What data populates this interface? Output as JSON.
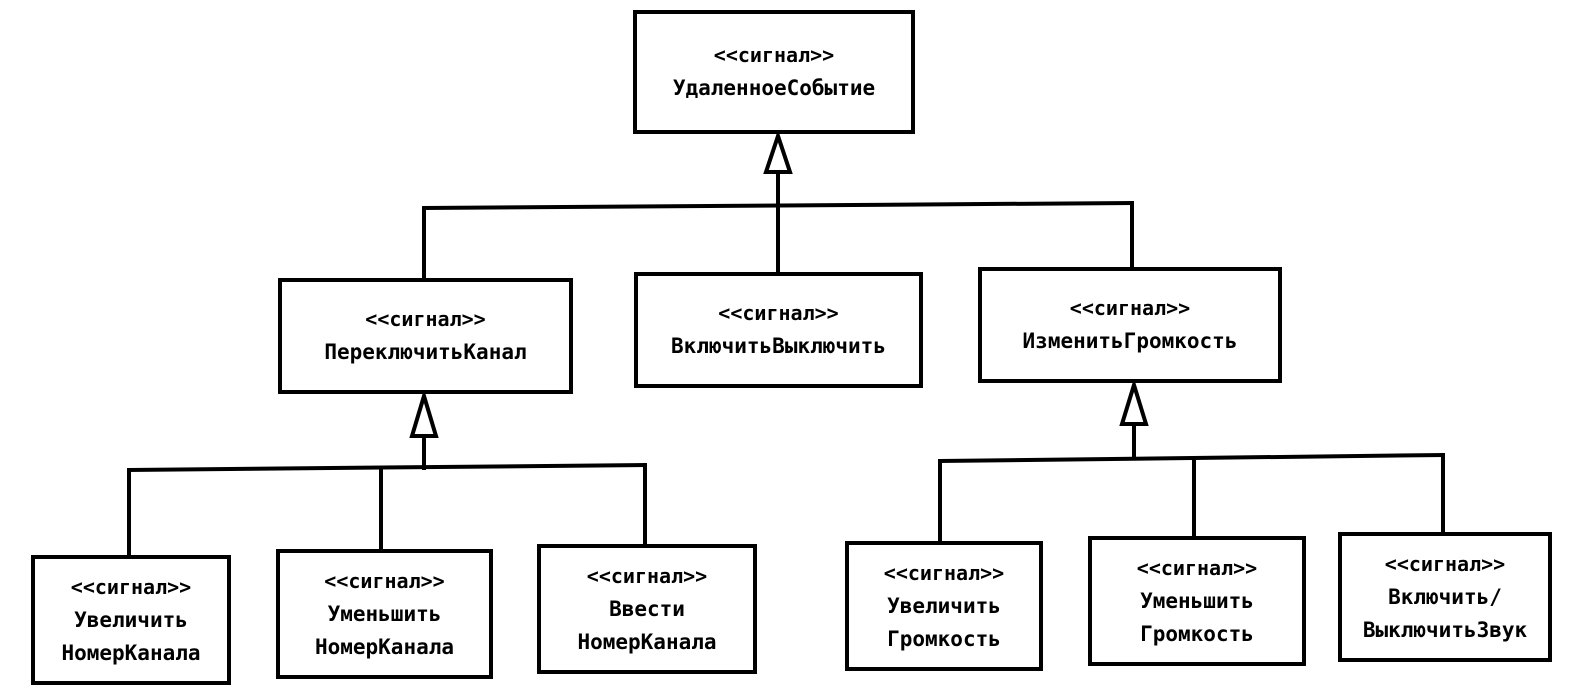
{
  "stereotype": "<<сигнал>>",
  "nodes": {
    "remote_event": {
      "lines": [
        "УдаленноеСобытие"
      ]
    },
    "switch_channel": {
      "lines": [
        "ПереключитьКанал"
      ]
    },
    "power": {
      "lines": [
        "ВключитьВыключить"
      ]
    },
    "change_volume": {
      "lines": [
        "ИзменитьГромкость"
      ]
    },
    "inc_channel": {
      "lines": [
        "Увеличить",
        "НомерКанала"
      ]
    },
    "dec_channel": {
      "lines": [
        "Уменьшить",
        "НомерКанала"
      ]
    },
    "enter_channel": {
      "lines": [
        "Ввести",
        "НомерКанала"
      ]
    },
    "inc_volume": {
      "lines": [
        "Увеличить",
        "Громкость"
      ]
    },
    "dec_volume": {
      "lines": [
        "Уменьшить",
        "Громкость"
      ]
    },
    "mute": {
      "lines": [
        "Включить/",
        "ВыключитьЗвук"
      ]
    }
  },
  "style": {
    "stroke": "#000000",
    "fill": "#ffffff"
  }
}
